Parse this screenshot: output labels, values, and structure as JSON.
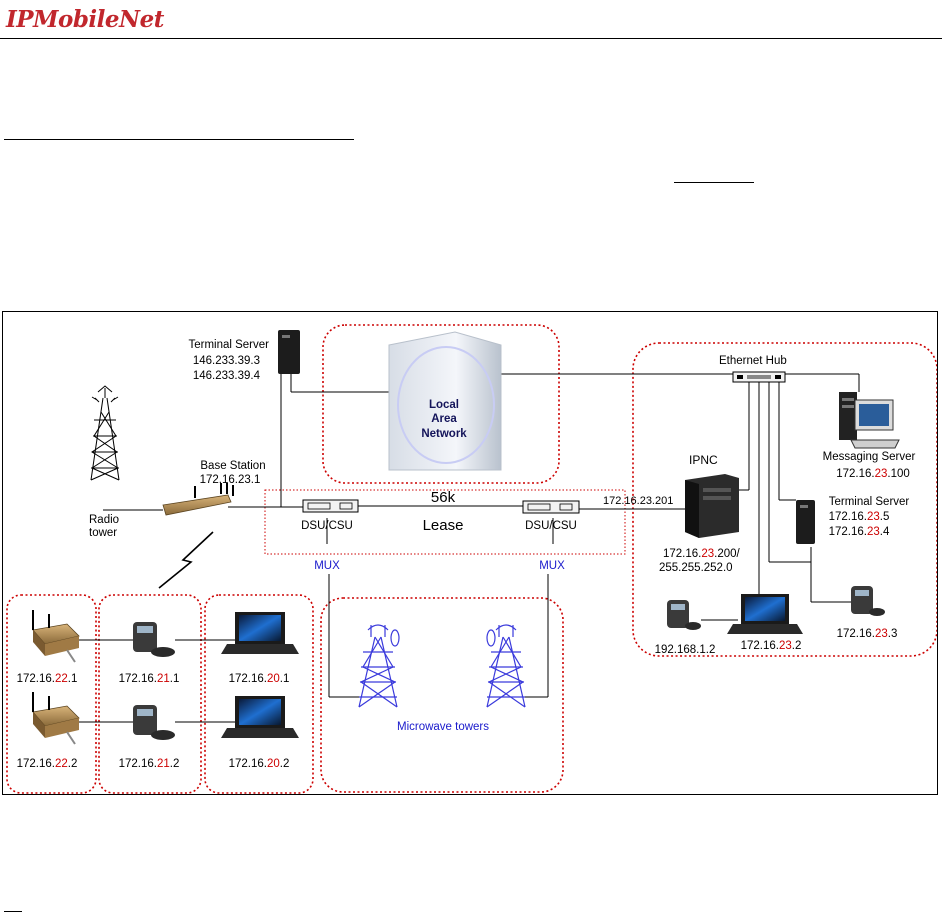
{
  "header": {
    "logo_text": "IPMobileNet"
  },
  "diagram": {
    "colors": {
      "hi": "#cc0000",
      "mux": "#1a1acc",
      "group_border": "#cc0000"
    },
    "labels": {
      "terminal_server_top": "Terminal Server",
      "ts_top_ip1": "146.233.39.3",
      "ts_top_ip2": "146.233.39.4",
      "lan": [
        "Local",
        "Area",
        "Network"
      ],
      "radio_tower": [
        "Radio",
        "tower"
      ],
      "base_station": "Base Station",
      "base_station_ip": "172.16.23.1",
      "dsu_left": "DSU/CSU",
      "dsu_right": "DSU/CSU",
      "lease": [
        "56k",
        "Lease"
      ],
      "mux_left": "MUX",
      "mux_right": "MUX",
      "lease_ip": "172.16.23.201",
      "microwave_towers": "Microwave towers",
      "ethernet_hub": "Ethernet Hub",
      "messaging_server": "Messaging Server",
      "ipnc": "IPNC",
      "ipnc_mask": "255.255.252.0",
      "terminal_server_right": "Terminal Server",
      "phone_right_ip": "192.168.1.2"
    },
    "ip_labels": {
      "messaging_server_ip": {
        "pre": "172.16.",
        "hi": "23",
        "post": ".100"
      },
      "ipnc_ip": {
        "pre": "172.16.",
        "hi": "23",
        "post": ".200/"
      },
      "ts_right_ip1": {
        "pre": "172.16.",
        "hi": "23",
        "post": ".5"
      },
      "ts_right_ip2": {
        "pre": "172.16.",
        "hi": "23",
        "post": ".4"
      },
      "phone_right2_ip": {
        "pre": "172.16.",
        "hi": "23",
        "post": ".3"
      },
      "laptop_right_ip": {
        "pre": "172.16.",
        "hi": "23",
        "post": ".2"
      },
      "modem1_ip": {
        "pre": "172.16.",
        "hi": "22",
        "post": ".1"
      },
      "modem2_ip": {
        "pre": "172.16.",
        "hi": "22",
        "post": ".2"
      },
      "phone1_ip": {
        "pre": "172.16.",
        "hi": "21",
        "post": ".1"
      },
      "phone2_ip": {
        "pre": "172.16.",
        "hi": "21",
        "post": ".2"
      },
      "laptop1_ip": {
        "pre": "172.16.",
        "hi": "20",
        "post": ".1"
      },
      "laptop2_ip": {
        "pre": "172.16.",
        "hi": "20",
        "post": ".2"
      }
    }
  }
}
